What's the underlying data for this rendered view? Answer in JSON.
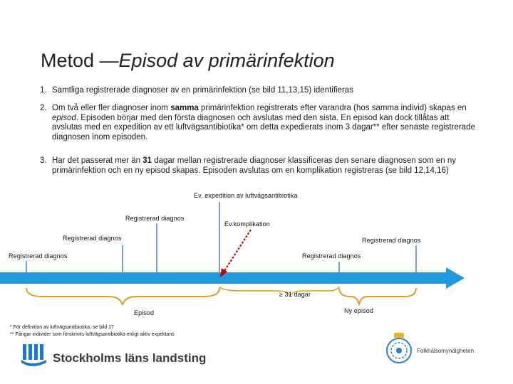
{
  "title": {
    "main": "Metod —",
    "italic": "Episod av primärinfektion"
  },
  "items": [
    {
      "num": "1.",
      "text": "Samtliga registrerade diagnoser av en primärinfektion (se bild 11,13,15) identifieras"
    },
    {
      "num": "2.",
      "pre": "Om två eller fler diagnoser inom ",
      "bold": "samma",
      "mid": " primärinfektion registrerats efter varandra (hos samma individ) skapas en ",
      "em": "episod",
      "post": ". Episoden börjar med den första diagnosen och avslutas med den sista. En episod kan dock tillåtas att avslutas med en expedition av ett luftvägsantibiotika* om detta expedierats inom 3 dagar** efter senaste registrerade diagnosen inom episoden."
    },
    {
      "num": "3.",
      "pre": "Har det passerat mer än ",
      "bold": "31",
      "post": " dagar mellan registrerade diagnoser klassificeras den senare diagnosen som en ny primärinfektion och en ny episod skapas. Episoden avslutas om en komplikation registreras (se bild 12,14,16)"
    }
  ],
  "diagram": {
    "expedition": "Ev. expedition av luftvägsantibiotika",
    "diag_a": "Registrerad diagnos",
    "komplikation": "Ev.komplikation",
    "diag_b": "Registrerad diagnos",
    "diag_c": "Registrerad diagnos",
    "diag_d": "Registrerad diagnos",
    "diag_e": "Registrerad diagnos",
    "gap": "≥ 31 dagar",
    "episod": "Episod",
    "ny_episod": "Ny episod",
    "colors": {
      "arrow": "#1f9ae0",
      "line": "#4a7fd6",
      "red": "#c00000",
      "brace": "#e09c28",
      "logo": "#1e78c8"
    }
  },
  "footnotes": [
    "* För definition av luftvägsantibiotika, se bild 17",
    "** Fångar individer som förskrivits luftvägsantibiotika enligt aktiv expektans"
  ],
  "footer": {
    "org": "Stockholms läns landsting",
    "agency": "Folkhälsomyndigheten"
  }
}
